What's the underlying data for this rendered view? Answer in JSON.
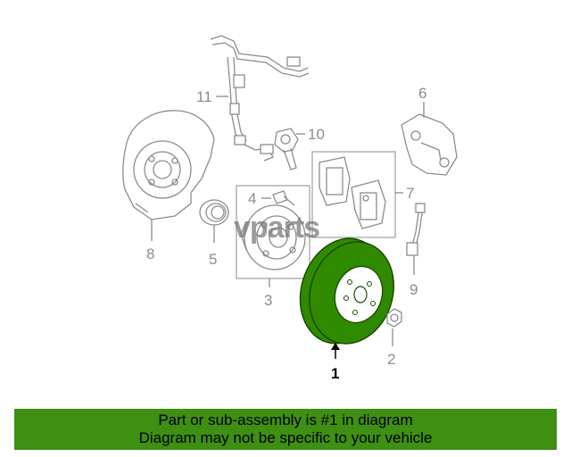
{
  "colors": {
    "banner_bg": "#3f8f12",
    "highlight_part": "#2f8a00",
    "line_gray": "#8c8c8c"
  },
  "watermark": "vparts",
  "callouts": {
    "c1": "1",
    "c2": "2",
    "c3": "3",
    "c4": "4",
    "c5": "5",
    "c6": "6",
    "c7": "7",
    "c8": "8",
    "c9": "9",
    "c10": "10",
    "c11": "11"
  },
  "banner": {
    "line1": "Part or sub-assembly is #1 in diagram",
    "line2": "Diagram may not be specific to your vehicle"
  }
}
